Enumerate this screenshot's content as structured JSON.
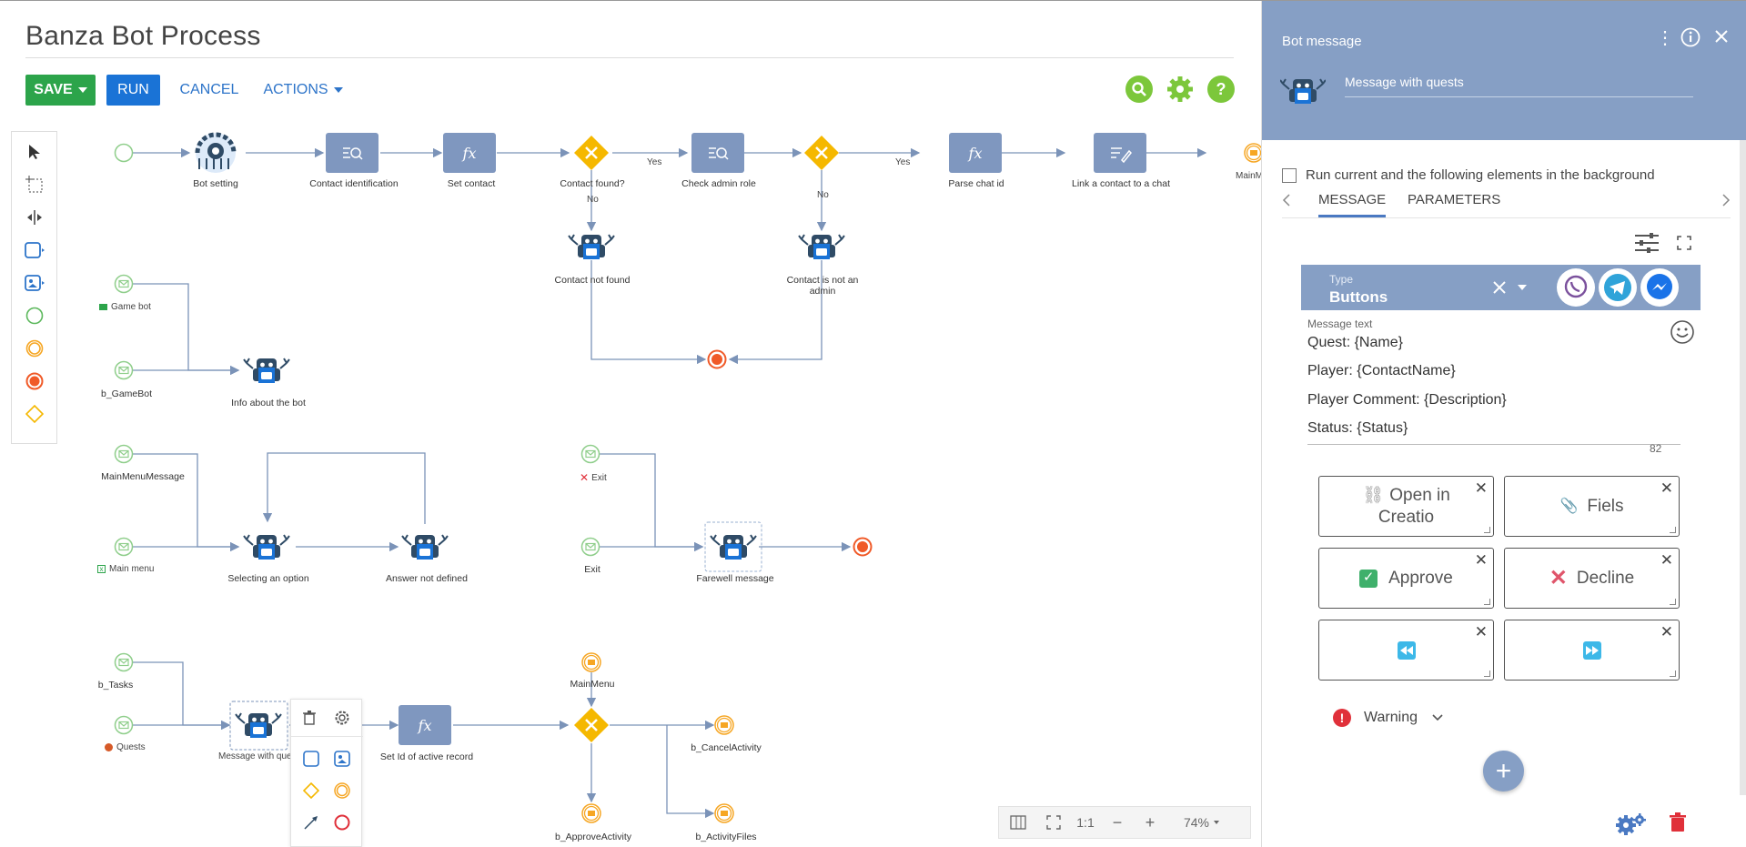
{
  "header": {
    "title": "Banza Bot Process",
    "save_label": "SAVE",
    "run_label": "RUN",
    "cancel_label": "CANCEL",
    "actions_label": "ACTIONS"
  },
  "canvas": {
    "nodes": {
      "bot_setting": "Bot setting",
      "contact_identification": "Contact identification",
      "set_contact": "Set contact",
      "contact_found": "Contact found?",
      "check_admin_role": "Check admin role",
      "parse_chat_id": "Parse chat id",
      "link_contact": "Link a contact to a chat",
      "main_m_cut": "MainM",
      "contact_not_found": "Contact not found",
      "contact_not_admin_1": "Contact is not an",
      "contact_not_admin_2": "admin",
      "game_bot": "Game bot",
      "b_gamebot": "b_GameBot",
      "info_about_bot": "Info about the bot",
      "main_menu_message": "MainMenuMessage",
      "main_menu": "Main menu",
      "selecting_option": "Selecting an option",
      "answer_not_defined": "Answer not defined",
      "exit_1": "Exit",
      "exit_2": "Exit",
      "farewell_message": "Farewell message",
      "b_tasks": "b_Tasks",
      "quests": "Quests",
      "message_with_quests": "Message with que",
      "set_id_record": "Set Id of active record",
      "main_menu_2": "MainMenu",
      "b_cancel_activity": "b_CancelActivity",
      "b_approve_activity": "b_ApproveActivity",
      "b_activity_files": "b_ActivityFiles"
    },
    "flow_labels": {
      "yes_1": "Yes",
      "yes_2": "Yes",
      "no_1": "No",
      "no_2": "No"
    },
    "fx_symbol": "fx"
  },
  "zoombar": {
    "ratio": "1:1",
    "minus": "−",
    "plus": "+",
    "zoom": "74%"
  },
  "panel": {
    "title": "Bot message",
    "element_name": "Message with quests",
    "background_checkbox": "Run current and the following elements in the background",
    "tabs": [
      "MESSAGE",
      "PARAMETERS"
    ],
    "type_label": "Type",
    "type_value": "Buttons",
    "message_label": "Message text",
    "message_lines": [
      "Quest: {Name}",
      "Player: {ContactName}",
      "Player Comment: {Description}",
      "Status: {Status}"
    ],
    "char_count": "82",
    "buttons": [
      {
        "label_1": "Open in",
        "label_2": "Creatio",
        "icon": "link-icon"
      },
      {
        "label": "Fiels",
        "icon": "paperclip-icon"
      },
      {
        "label": "Approve",
        "icon": "checkmark-icon"
      },
      {
        "label": "Decline",
        "icon": "cross-icon"
      },
      {
        "label": "",
        "icon": "rewind-icon"
      },
      {
        "label": "",
        "icon": "fast-forward-icon"
      }
    ],
    "warning_label": "Warning",
    "add_symbol": "+"
  },
  "colors": {
    "panel_header": "#869fc5",
    "save_green": "#2ca44a",
    "run_blue": "#1a73d6",
    "link_blue": "#2d74c9",
    "gateway_yellow": "#f5b800",
    "task_blue": "#7f97bf",
    "end_red": "#f05a28",
    "start_green": "#8fce8b",
    "message_orange": "#f6a623"
  }
}
